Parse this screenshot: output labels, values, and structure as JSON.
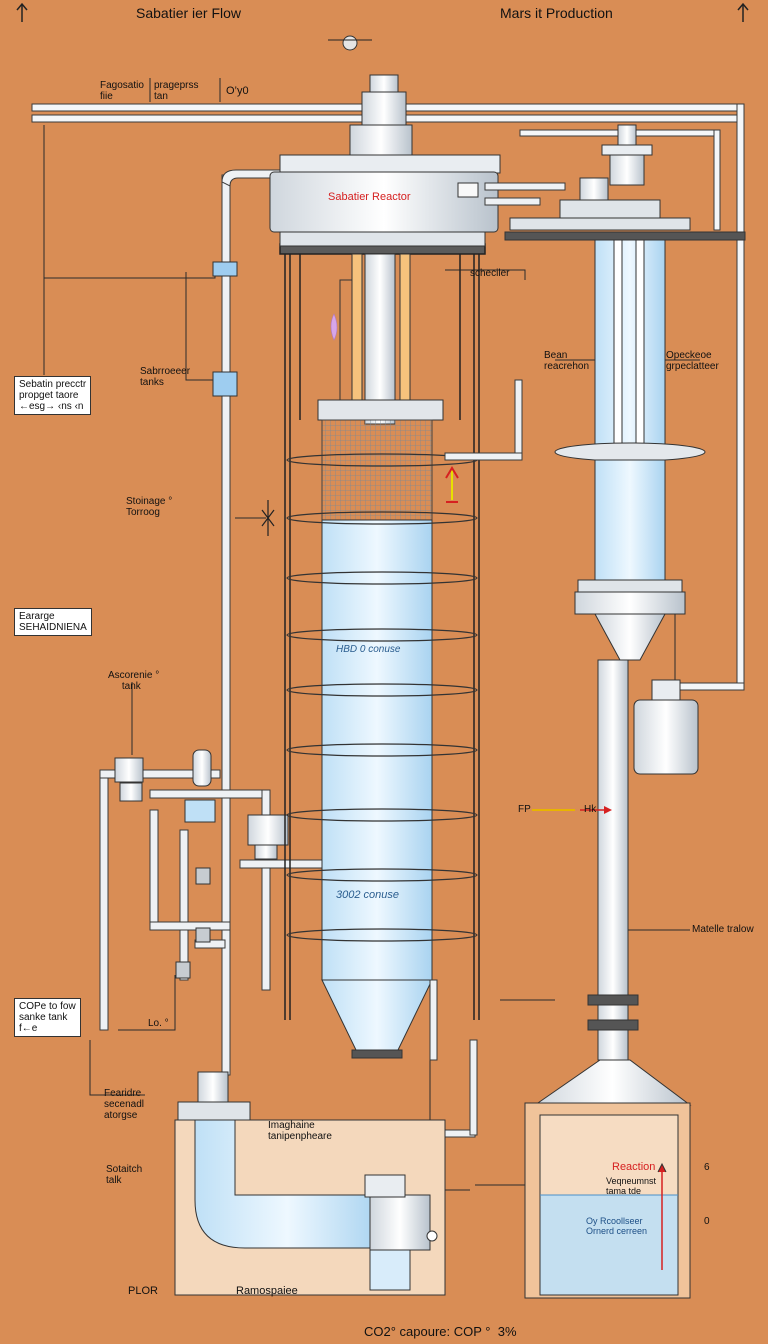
{
  "header": {
    "left_title": "Sabatier ier Flow",
    "right_title": "Mars it Production"
  },
  "labels": {
    "top_a": "Fagosatio\nfiie",
    "top_b": "prageprss\ntan",
    "top_c": "O’y0",
    "reactor_title": "Sabatier Reactor",
    "left_box_1": "Sebatin precctr\npropget taore\n←esg→ ‹ns ‹n",
    "left_box_2": "Eararge\nSEHAIDNIENA",
    "left_box_3": "COPe to fow\nsanke tank\nf←e",
    "sabr_tanks": "Sabrroeeer\ntanks",
    "storage": "Stoinage °\nTorroog",
    "asc_tank": "Ascorenie °\n     tank",
    "lo": "Lo. °",
    "fear_storage": "Fearidre\nsecenadl\natorgse",
    "search_tank": "Sotaitch\ntalk",
    "plor": "PLOR",
    "ramospaiee": "Ramospaiee",
    "imaghaine": "Imaghaine\ntanipenpheare",
    "schedule": "scheciler",
    "bean": "Bean\nreacrehon",
    "opeck": "Opeckeoe\ngrpeclatteer",
    "mid_conduit": "HBD 0 conuse",
    "low_conduit": "3002 conuse",
    "fp_left": "FP",
    "fp_right": "Hk",
    "matelle": "Matelle tralow",
    "reaction": "Reaction",
    "reaction_sub": "Veqneumnst\ntama tde",
    "reaction_low": "Oy Rcoollseer\nOrnerd cerreen",
    "num_1": "6",
    "num_2": "0",
    "footer": "CO2° capoure: COP °  3%"
  },
  "colors": {
    "background": "#d98d55",
    "tank_fill": "#d8ecfa",
    "frame": "#2a2a2a",
    "accent": "#d62020"
  }
}
